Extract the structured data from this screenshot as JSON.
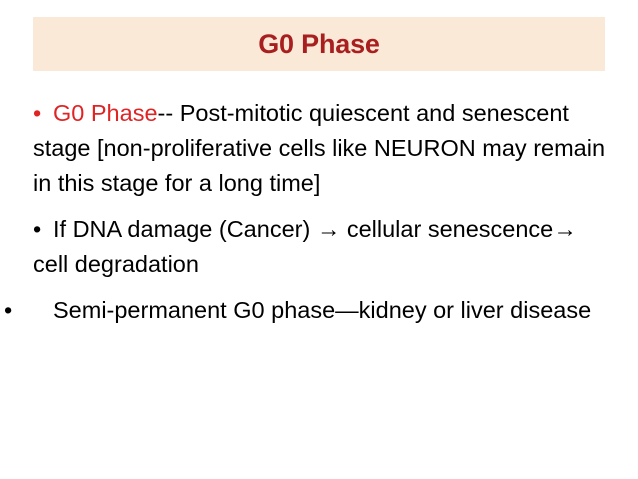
{
  "slide": {
    "background_color": "#ffffff",
    "title_band_color": "#fbe9d7",
    "title_text_color": "#a81f1f",
    "accent_red": "#e02424",
    "body_text_color": "#000000"
  },
  "header": {
    "title": "G0 Phase"
  },
  "body": {
    "bullet_glyph": "•",
    "arrow_glyph": "→",
    "paragraphs": [
      {
        "id": "p1",
        "bullet": "•",
        "bullet_color": "#e02424",
        "red_lead": "G0 Phase",
        "rest": "-- Post-mitotic quiescent and senescent stage [non-proliferative cells like NEURON may remain in this stage for a long time]"
      },
      {
        "id": "p2",
        "bullet": "•",
        "bullet_color": "#000000",
        "text": "If DNA damage (Cancer) → cellular senescence→ cell degradation"
      },
      {
        "id": "p3",
        "bullet": "•",
        "bullet_color": "#000000",
        "text": "Semi-permanent G0 phase—kidney or liver disease"
      }
    ]
  }
}
